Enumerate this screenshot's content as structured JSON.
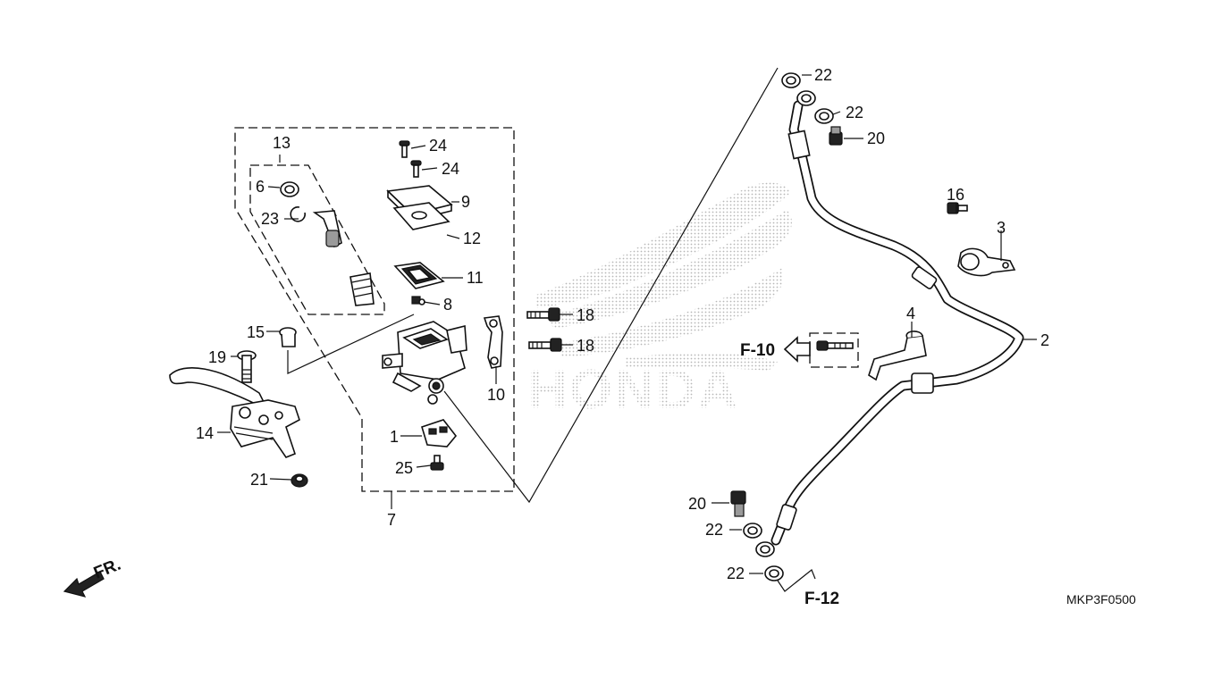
{
  "labels": {
    "p1": "1",
    "p2": "2",
    "p3": "3",
    "p4": "4",
    "p6": "6",
    "p7": "7",
    "p8": "8",
    "p9": "9",
    "p10": "10",
    "p11": "11",
    "p12": "12",
    "p13": "13",
    "p14": "14",
    "p15": "15",
    "p16": "16",
    "p18a": "18",
    "p18b": "18",
    "p19": "19",
    "p20a": "20",
    "p20b": "20",
    "p21": "21",
    "p22a": "22",
    "p22b": "22",
    "p22c": "22",
    "p22d": "22",
    "p23": "23",
    "p24a": "24",
    "p24b": "24",
    "p25": "25"
  },
  "refs": {
    "f10": "F-10",
    "f12": "F-12",
    "front": "FR."
  },
  "diagram_code": "MKP3F0500",
  "watermark": "HONDA"
}
